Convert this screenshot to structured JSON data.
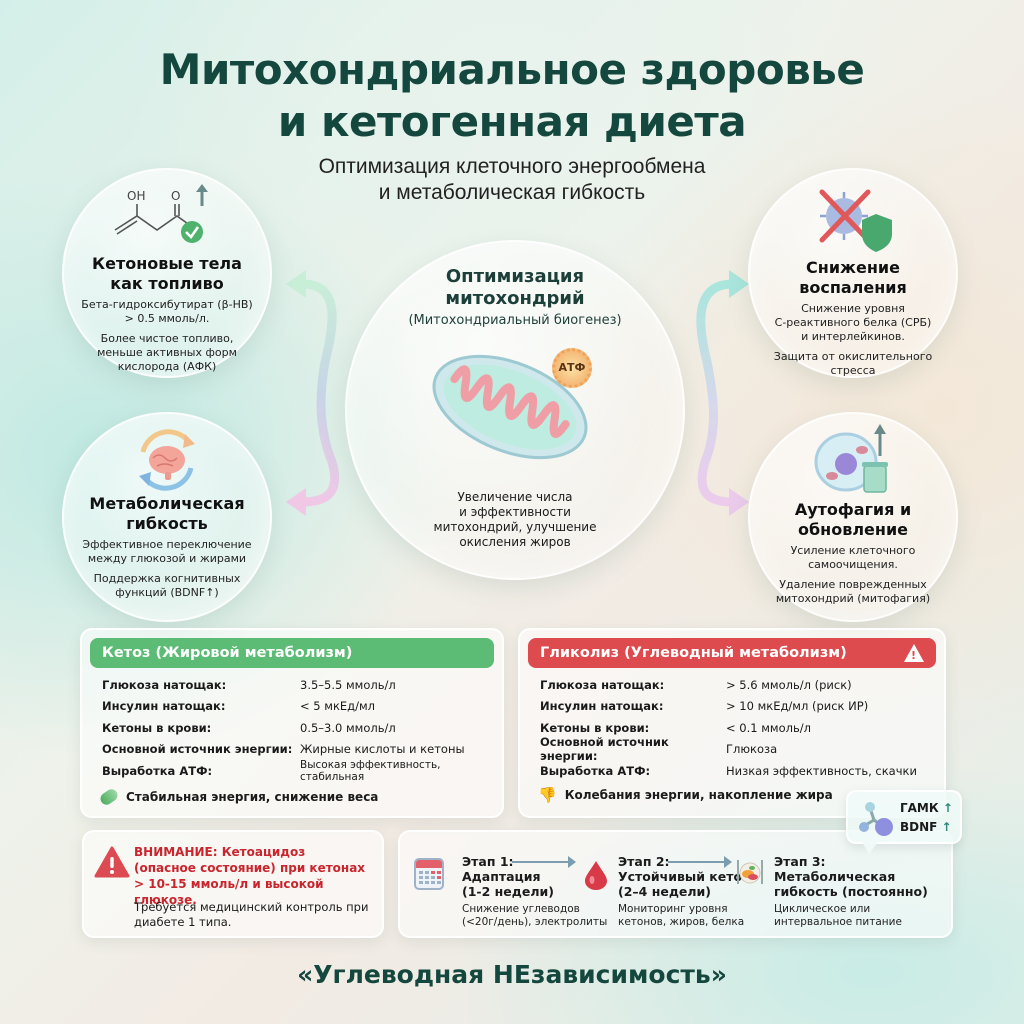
{
  "header": {
    "title_line1": "Митохондриальное здоровье",
    "title_line2": "и кетогенная диета",
    "subtitle_line1": "Оптимизация клеточного энергообмена",
    "subtitle_line2": "и метаболическая гибкость"
  },
  "bubbles": {
    "ketones": {
      "icon": "beta-hydroxybutyrate-molecule-icon",
      "molecule_labels": [
        "OH",
        "O"
      ],
      "title_line1": "Кетоновые тела",
      "title_line2": "как топливо",
      "text1_line1": "Бета-гидроксибутират (β-HB)",
      "text1_line2": "> 0.5 ммоль/л.",
      "text2_line1": "Более чистое топливо,",
      "text2_line2": "меньше активных форм",
      "text2_line3": "кислорода (АФК)"
    },
    "flexibility": {
      "icon": "brain-cycle-icon",
      "title_line1": "Метаболическая",
      "title_line2": "гибкость",
      "text1_line1": "Эффективное переключение",
      "text1_line2": "между глюкозой и жирами",
      "text2_line1": "Поддержка когнитивных",
      "text2_line2": "функций (BDNF↑)"
    },
    "center": {
      "icon": "mitochondrion-icon",
      "badge": "АТФ",
      "title_line1": "Оптимизация",
      "title_line2": "митохондрий",
      "title_line3": "(Митохондриальный биогенез)",
      "text_line1": "Увеличение числа",
      "text_line2": "и эффективности",
      "text_line3": "митохондрий, улучшение",
      "text_line4": "окисления жиров"
    },
    "inflammation": {
      "icon": "virus-crossed-shield-icon",
      "title_line1": "Снижение",
      "title_line2": "воспаления",
      "text1_line1": "Снижение уровня",
      "text1_line2": "С-реактивного белка (СРБ)",
      "text1_line3": "и интерлейкинов.",
      "text2_line1": "Защита от окислительного",
      "text2_line2": "стресса"
    },
    "autophagy": {
      "icon": "cell-trash-icon",
      "title_line1": "Аутофагия и",
      "title_line2": "обновление",
      "text1_line1": "Усиление клеточного",
      "text1_line2": "самоочищения.",
      "text2_line1": "Удаление поврежденных",
      "text2_line2": "митохондрий (митофагия)"
    }
  },
  "ketosis_panel": {
    "header": "Кетоз (Жировой метаболизм)",
    "color": "#5cbb74",
    "rows": [
      {
        "label": "Глюкоза натощак:",
        "value": "3.5–5.5 ммоль/л"
      },
      {
        "label": "Инсулин натощак:",
        "value": "< 5 мкЕд/мл"
      },
      {
        "label": "Кетоны в крови:",
        "value": "0.5–3.0 ммоль/л"
      },
      {
        "label": "Основной источник энергии:",
        "value": "Жирные кислоты и кетоны"
      },
      {
        "label": "Выработка АТФ:",
        "value": "Высокая эффективность, стабильная"
      }
    ],
    "footer_icon": "green-pill-icon",
    "footer": "Стабильная энергия, снижение веса"
  },
  "glycolysis_panel": {
    "header": "Гликолиз (Углеводный метаболизм)",
    "color": "#de4b4f",
    "header_icon": "warning-icon",
    "rows": [
      {
        "label": "Глюкоза натощак:",
        "value": "> 5.6 ммоль/л (риск)"
      },
      {
        "label": "Инсулин натощак:",
        "value": "> 10 мкЕд/мл (риск ИР)"
      },
      {
        "label": "Кетоны в крови:",
        "value": "< 0.1 ммоль/л"
      },
      {
        "label": "Основной источник энергии:",
        "value": "Глюкоза"
      },
      {
        "label": "Выработка АТФ:",
        "value": "Низкая эффективность, скачки"
      }
    ],
    "footer_icon": "thumbs-down-icon",
    "footer": "Колебания энергии, накопление жира"
  },
  "warning": {
    "icon": "alert-triangle-icon",
    "alert_line1": "ВНИМАНИЕ: Кетоацидоз",
    "alert_line2": "(опасное состояние) при кетонах",
    "alert_line3": "> 10-15 ммоль/л и высокой глюкозе.",
    "note_line1": "Требуется медицинский контроль при",
    "note_line2": "диабете 1 типа.",
    "color": "#c8252d"
  },
  "steps": [
    {
      "icon": "calendar-icon",
      "stage": "Этап 1:",
      "name_line1": "Адаптация",
      "name_line2": "(1-2 недели)",
      "desc_line1": "Снижение углеводов",
      "desc_line2": "(<20г/день), электролиты"
    },
    {
      "icon": "blood-drop-icon",
      "stage": "Этап 2:",
      "name_line1": "Устойчивый кетоз",
      "name_line2": "(2–4 недели)",
      "desc_line1": "Мониторинг уровня",
      "desc_line2": "кетонов, жиров, белка"
    },
    {
      "icon": "food-plate-icon",
      "stage": "Этап 3:",
      "name_line1": "Метаболическая",
      "name_line2": "гибкость (постоянно)",
      "desc_line1": "Циклическое или",
      "desc_line2": "интервальное питание"
    }
  ],
  "callout": {
    "icon": "molecule-icon",
    "line1": "ГАМК",
    "line2": "BDNF",
    "arrow": "↑"
  },
  "footer": "«Углеводная НЕзависимость»"
}
